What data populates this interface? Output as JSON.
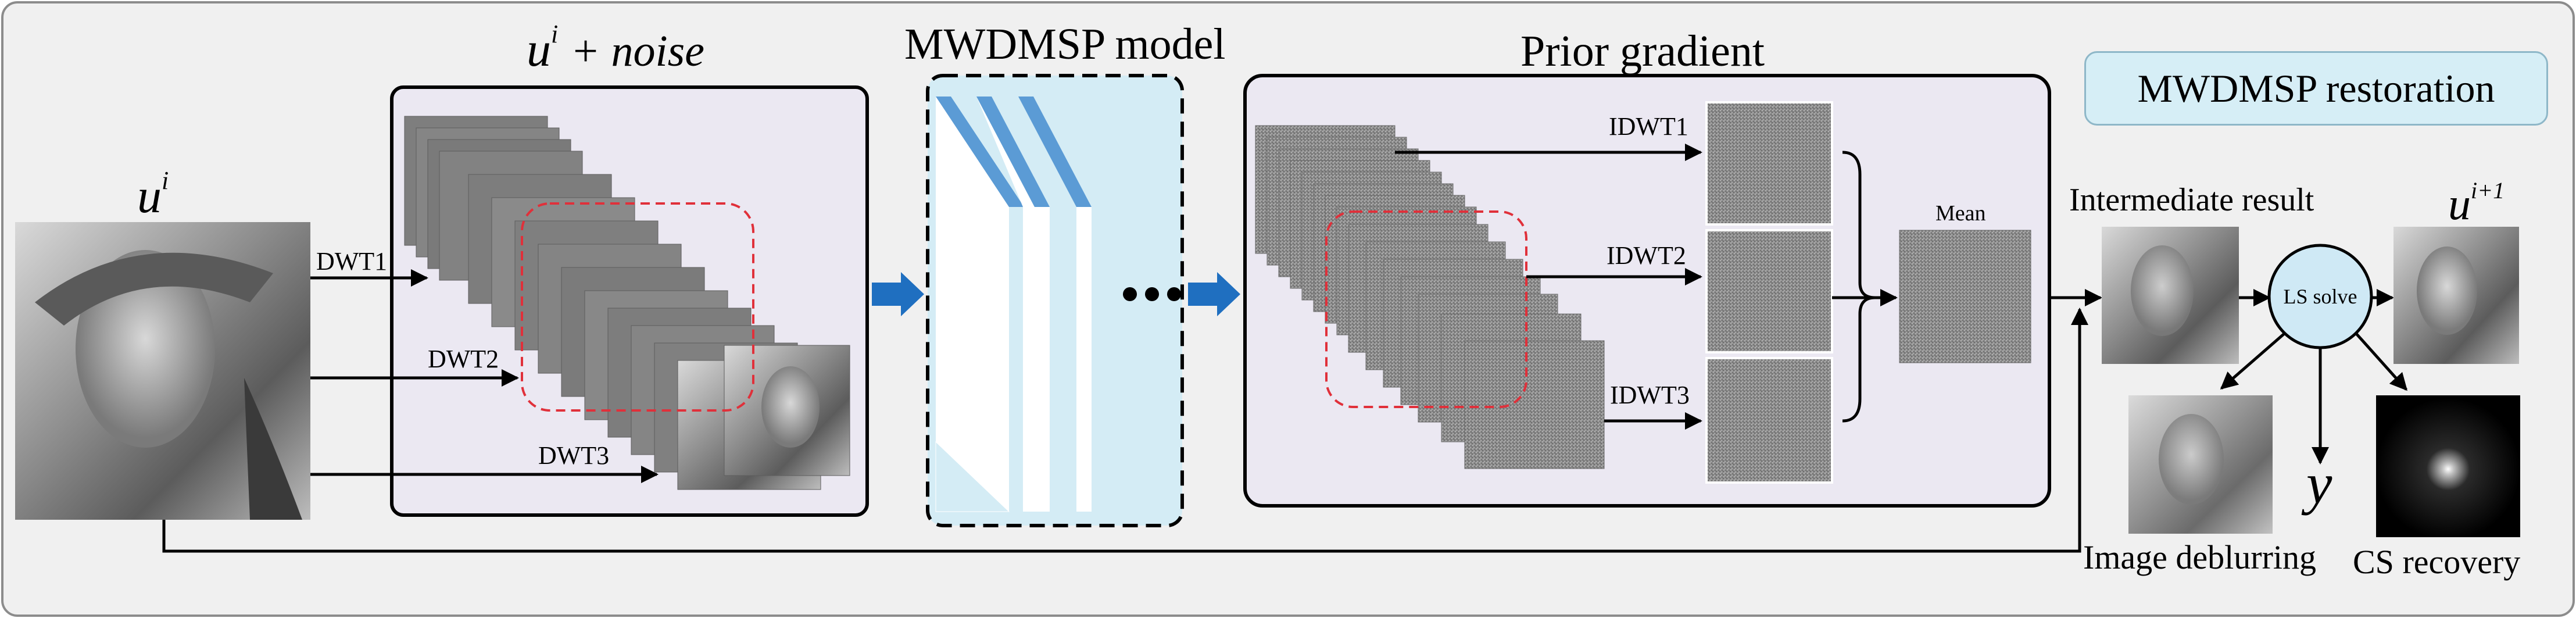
{
  "panels": {
    "noise_title_main": "u",
    "noise_title_sup": "i",
    "noise_title_rest": "+ noise",
    "model_title": "MWDMSP model",
    "prior_title": "Prior gradient",
    "restoration_title": "MWDMSP restoration"
  },
  "input": {
    "label_main": "u",
    "label_sup": "i"
  },
  "decomposition": {
    "dwt1": "DWT1",
    "dwt2": "DWT2",
    "dwt3": "DWT3"
  },
  "inverse": {
    "idwt1": "IDWT1",
    "idwt2": "IDWT2",
    "idwt3": "IDWT3",
    "mean": "Mean"
  },
  "restoration": {
    "intermediate": "Intermediate result",
    "ls_solve": "LS solve",
    "output_main": "u",
    "output_sup": "i+1",
    "y_label": "y",
    "deblurring": "Image deblurring",
    "cs_recovery": "CS recovery"
  },
  "ellipsis": "•••",
  "colors": {
    "frame_bg": "#f0f0f0",
    "panel_bg": "#ebe8f2",
    "model_bg": "#d4ecf5",
    "accent_blue": "#1f6fc0",
    "layer_stripe": "#5b9bd5",
    "dashed_red": "#e0303a",
    "ls_circle": "#cfe9f5"
  }
}
